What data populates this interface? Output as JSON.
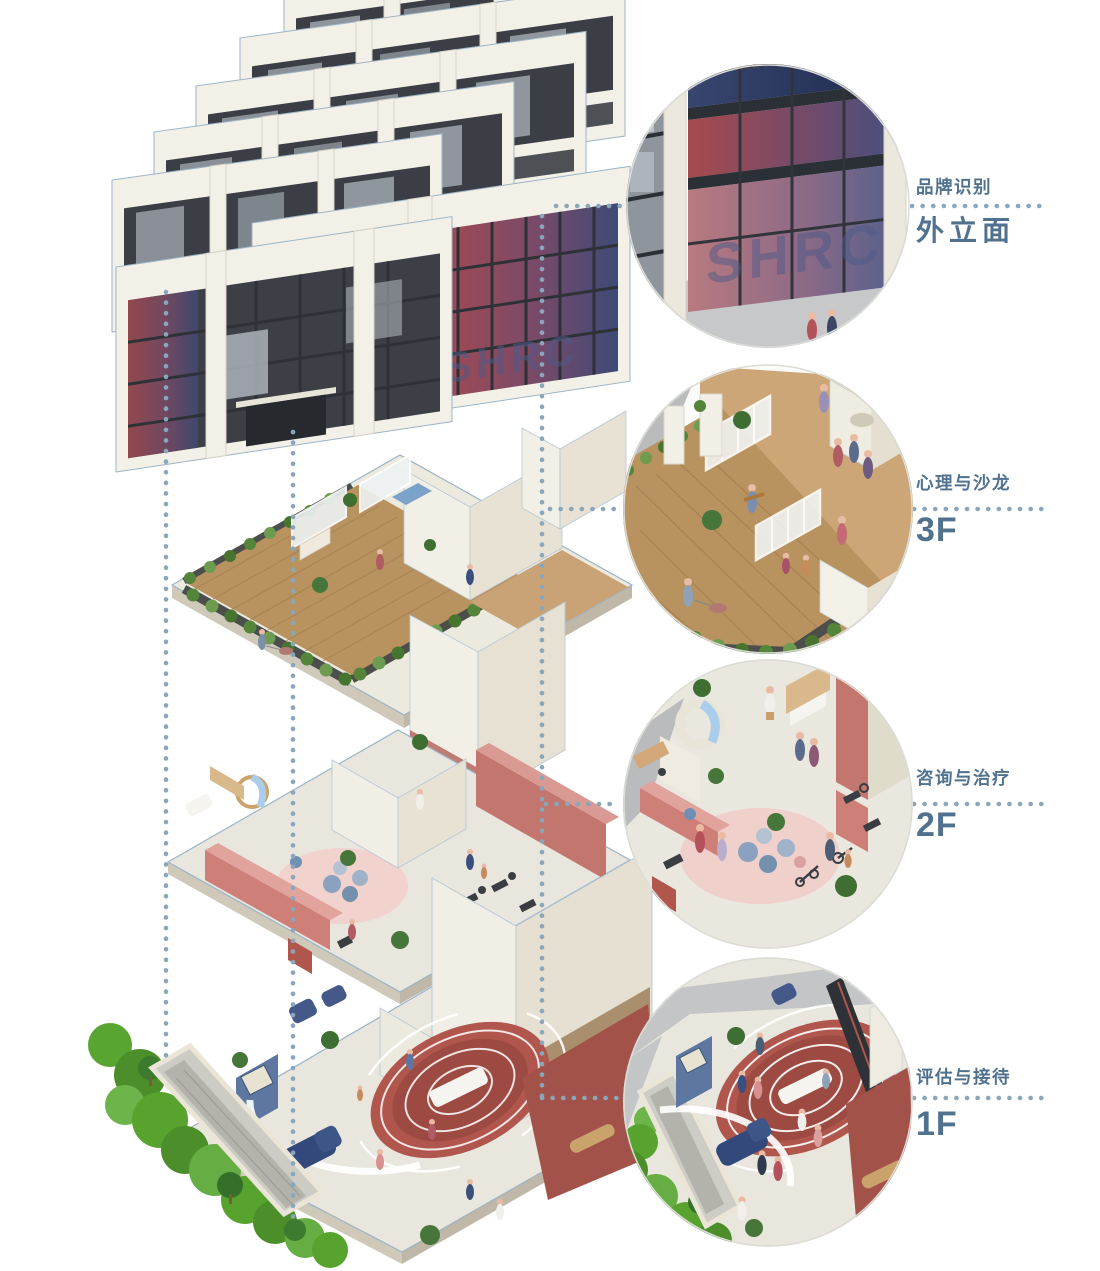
{
  "diagram": {
    "type": "exploded-axonometric-building-diagram",
    "background": "#ffffff"
  },
  "signage": {
    "text": "SHRC"
  },
  "sections": [
    {
      "id": "facade",
      "category_label": "品牌识别",
      "floor_label": "外立面"
    },
    {
      "id": "floor-3",
      "category_label": "心理与沙龙",
      "floor_label": "3F"
    },
    {
      "id": "floor-2",
      "category_label": "咨询与治疗",
      "floor_label": "2F"
    },
    {
      "id": "floor-1",
      "category_label": "评估与接待",
      "floor_label": "1F"
    }
  ],
  "colors": {
    "label_text": "#51728f",
    "leader_dots": "#8aa6bb",
    "keyline_blue": "#9db4c6",
    "facade_red": "#a84a4e",
    "facade_blue": "#3e4a77",
    "facade_mullion": "#31353b",
    "wall_cream": "#f1eee6",
    "wall_shadow": "#e6e1d3",
    "terrace_wood": "#b8925f",
    "interior_wood": "#cda678",
    "hedge_green": "#55843b",
    "garden_green": "#57a32e",
    "accent_salmon": "#cd7f78",
    "reception_terracotta": "#b0564d",
    "deep_red_floor": "#a3524a",
    "rug_pink": "#f0d0cb",
    "pouf_blue": "#8aa2bf",
    "sofa_navy": "#33497b",
    "floor_gray": "#e9e6de",
    "sidewalk_gray": "#c3c5c6"
  }
}
